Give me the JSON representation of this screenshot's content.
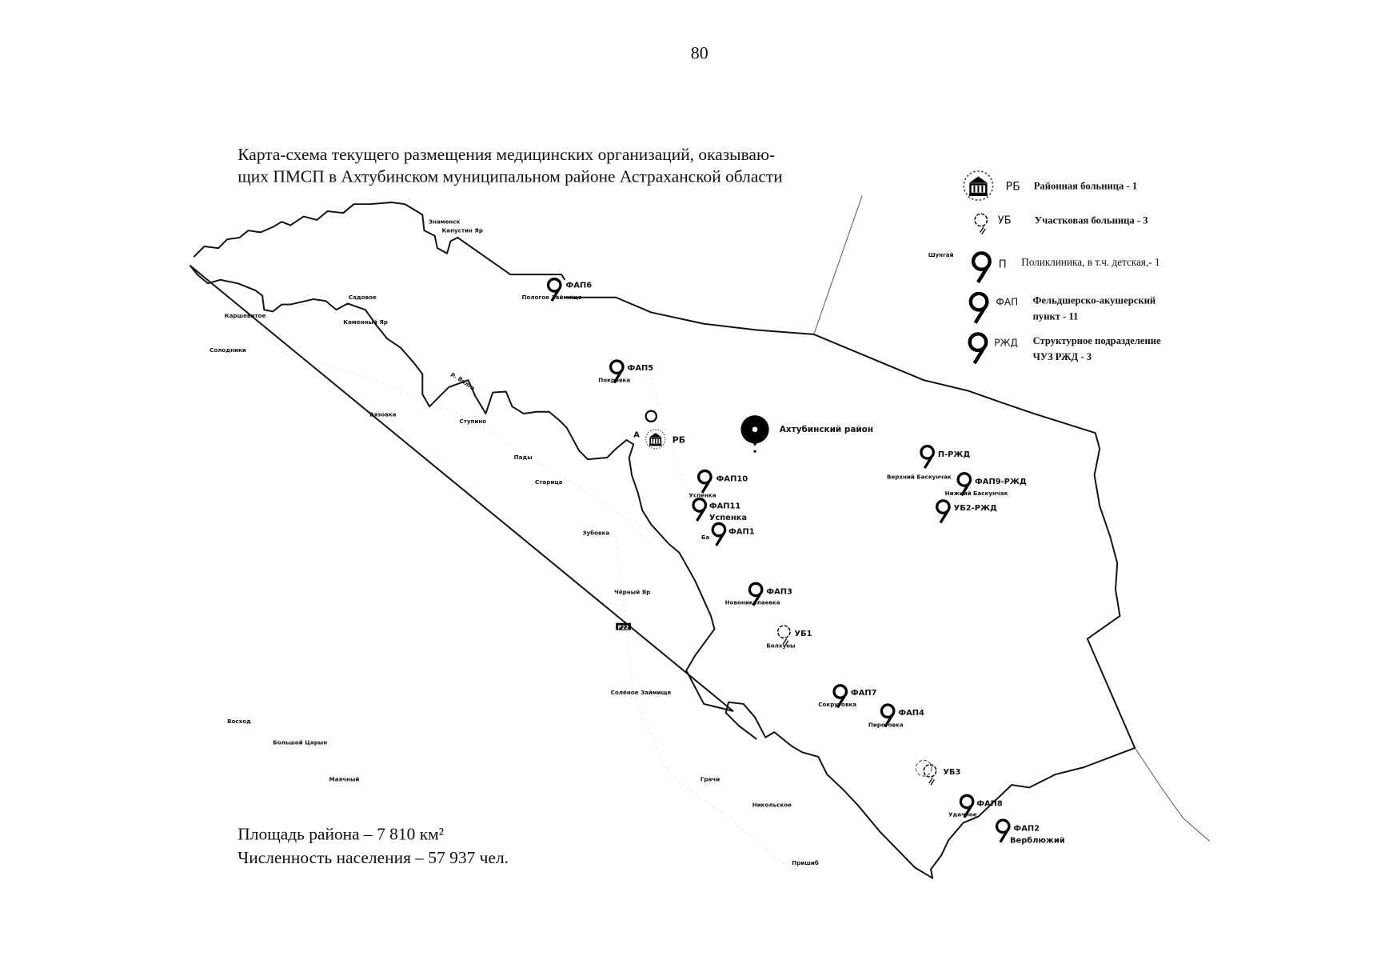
{
  "page_number": "80",
  "title": {
    "line1": "Карта-схема текущего размещения медицинских организаций, оказываю-",
    "line2": "щих ПМСП в Ахтубинском муниципальном районе Астраханской области"
  },
  "legend": [
    {
      "icon": "district-hospital-icon",
      "abbr": "РБ",
      "text1": "Районная больница - 1",
      "text2": ""
    },
    {
      "icon": "district-ward-hospital-icon",
      "abbr": "УБ",
      "text1": "Участковая больница - 3",
      "text2": ""
    },
    {
      "icon": "polyclinic-pin-icon",
      "abbr": "П",
      "text1": "Поликлиника, в т.ч. детская,- 1",
      "text2": ""
    },
    {
      "icon": "fap-pin-icon",
      "abbr": "ФАП",
      "text1": "Фельдшерско-акушерский",
      "text2": "пункт - 11"
    },
    {
      "icon": "rzd-pin-icon",
      "abbr": "РЖД",
      "text1": "Структурное подразделение",
      "text2": "ЧУЗ РЖД - 3"
    }
  ],
  "map": {
    "district_label": "Ахтубинский район",
    "hospital": {
      "prefix": "А",
      "label": "РБ"
    },
    "markers": [
      {
        "label": "ФАП6",
        "place": "Пологое Займище",
        "kind": "fap"
      },
      {
        "label": "ФАП5",
        "place": "Покровка",
        "kind": "fap"
      },
      {
        "label": "П-РЖД",
        "place": "Верхний Баскунчак",
        "kind": "rzd"
      },
      {
        "label": "ФАП9-РЖД",
        "place": "Нижний Баскунчак",
        "kind": "rzd"
      },
      {
        "label": "УБ2-РЖД",
        "place": "",
        "kind": "rzd"
      },
      {
        "label": "ФАП10",
        "place": "Успенка",
        "kind": "fap"
      },
      {
        "label": "ФАП11",
        "place": "Успенка",
        "kind": "fap"
      },
      {
        "label": "ФАП1",
        "place": "Ба",
        "kind": "fap"
      },
      {
        "label": "ФАП3",
        "place": "Новониколаевка",
        "kind": "fap"
      },
      {
        "label": "УБ1",
        "place": "Болхуны",
        "kind": "ub"
      },
      {
        "label": "ФАП7",
        "place": "Сокрутовка",
        "kind": "fap"
      },
      {
        "label": "ФАП4",
        "place": "Пироговка",
        "kind": "fap"
      },
      {
        "label": "УБ3",
        "place": "",
        "kind": "ub"
      },
      {
        "label": "ФАП8",
        "place": "Удачное",
        "kind": "fap"
      },
      {
        "label": "ФАП2",
        "place": "Верблюжий",
        "kind": "fap"
      }
    ],
    "places": [
      "Знаменск",
      "Капустин Яр",
      "Садовое",
      "Каршевитое",
      "Каменный Яр",
      "Солодники",
      "р. Волга",
      "Вязовка",
      "Ступино",
      "Пады",
      "Старица",
      "Зубовка",
      "Чёрный Яр",
      "Р22",
      "Солёное Займище",
      "Восход",
      "Большой Царын",
      "Маячный",
      "Грачи",
      "Никольское",
      "Пришиб",
      "Шунгай"
    ]
  },
  "stats": {
    "area": "Площадь района – 7 810 км²",
    "population": "Численность населения – 57 937 чел."
  }
}
